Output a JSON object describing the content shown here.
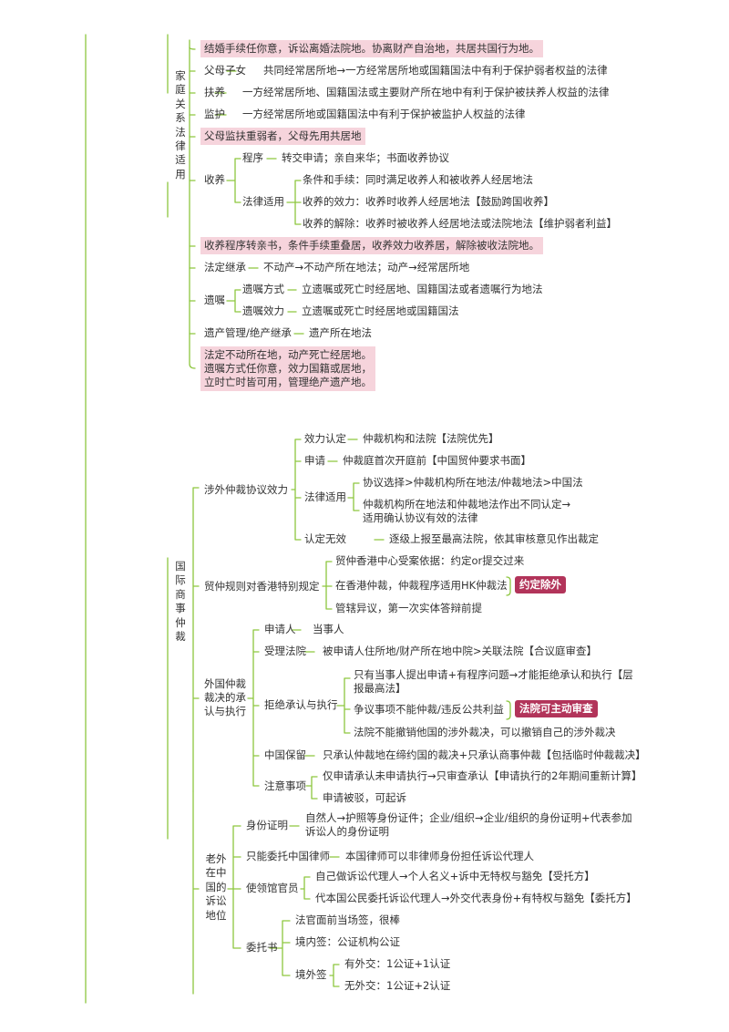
{
  "family": {
    "title": "家庭关系法律适用",
    "marriage_note": "结婚手续任你意，诉讼离婚法院地。协离财产自治地，共居共国行为地。",
    "parent_child_label": "父母子女",
    "parent_child_text": "共同经常居所地→一方经常居所地或国籍国法中有利于保护弱者权益的法律",
    "support_label": "扶养",
    "support_text": "一方经常居所地、国籍国法或主要财产所在地中有利于保护被扶养人权益的法律",
    "guardian_label": "监护",
    "guardian_text": "一方经常居所地或国籍国法中有利于保护被监护人权益的法律",
    "parent_note": "父母监扶重弱者，父母先用共居地",
    "adoption_label": "收养",
    "procedure_label": "程序",
    "procedure_text": "转交申请；亲自来华；书面收养协议",
    "law_label": "法律适用",
    "cond_text": "条件和手续：同时满足收养人和被收养人经居地法",
    "effect_text": "收养的效力：收养时收养人经居地法【鼓励跨国收养】",
    "dissolve_text": "收养的解除：收养时被收养人经居地法或法院地法【维护弱者利益】",
    "adoption_note": "收养程序转亲书，条件手续重叠居，收养效力收养居，解除被收法院地。",
    "succession_label": "法定继承",
    "succession_text": "不动产→不动产所在地法；动产→经常居所地",
    "will_label": "遗嘱",
    "will_form_label": "遗嘱方式",
    "will_form_text": "立遗嘱或死亡时经居地、国籍国法或者遗嘱行为地法",
    "will_effect_label": "遗嘱效力",
    "will_effect_text": "立遗嘱或死亡时经居地或国籍国法",
    "estate_label": "遗产管理/绝产继承",
    "estate_text": "遗产所在地法",
    "final_note": [
      "法定不动所在地，动产死亡经居地。",
      "遗嘱方式任你意，效力国籍或居地，",
      "立时亡时皆可用，管理绝产遗产地。"
    ]
  },
  "arb": {
    "title": "国际商事仲裁",
    "foreign_label": "涉外仲裁协议效力",
    "validity_label": "效力认定",
    "validity_text": "仲裁机构和法院【法院优先】",
    "apply_label": "申请",
    "apply_text": "仲裁庭首次开庭前【中国贸仲要求书面】",
    "law_label": "法律适用",
    "law_1": "协议选择>仲裁机构所在地法/仲裁地法>中国法",
    "law_2a": "仲裁机构所在地法和仲裁地法作出不同认定→",
    "law_2b": "适用确认协议有效的法律",
    "invalid_label": "认定无效",
    "invalid_text": "逐级上报至最高法院，依其审核意见作出裁定",
    "hk_label": "贸仲规则对香港特别规定",
    "hk_1": "贸仲香港中心受案依据：约定or提交过来",
    "hk_2": "在香港仲裁，仲裁程序适用HK仲裁法",
    "hk_tag": "约定除外",
    "hk_3": "管辖异议，第一次实体答辩前提",
    "recog_label": [
      "外国仲裁",
      "裁决的承",
      "认与执行"
    ],
    "applicant_label": "申请人",
    "applicant_text": "当事人",
    "court_label": "受理法院",
    "court_text": "被申请人住所地/财产所在地中院>关联法院【合议庭审查】",
    "refuse_label": "拒绝承认与执行",
    "refuse_1a": "只有当事人提出申请+有程序问题→才能拒绝承认和执行【层",
    "refuse_1b": "报最高法】",
    "refuse_2": "争议事项不能仲裁/违反公共利益",
    "refuse_tag": "法院可主动审查",
    "refuse_3": "法院不能撤销他国的涉外裁决，可以撤销自己的涉外裁决",
    "reserve_label": "中国保留",
    "reserve_text": "只承认仲裁地在缔约国的裁决+只承认商事仲裁【包括临时仲裁裁决】",
    "notes_label": "注意事项",
    "notes_1": "仅申请承认未申请执行→只审查承认【申请执行的2年期间重新计算】",
    "notes_2": "申请被驳，可起诉"
  },
  "litig": {
    "title": "老外在中国的诉讼地位",
    "id_label": "身份证明",
    "id_1": "自然人→护照等身份证件；企业/组织→企业/组织的身份证明+代表参加",
    "id_2": "诉讼人的身份证明",
    "lawyer_label": "只能委托中国律师",
    "lawyer_text": "本国律师可以非律师身份担任诉讼代理人",
    "consul_label": "使领馆官员",
    "consul_1": "自己做诉讼代理人→个人名义+诉中无特权与豁免【受托方】",
    "consul_2": "代本国公民委托诉讼代理人→外交代表身份+有特权与豁免【委托方】",
    "poa_label": "委托书",
    "poa_1": "法官面前当场签，很棒",
    "poa_2": "境内签：公证机构公证",
    "abroad_label": "境外签",
    "abroad_1": "有外交：1公证+1认证",
    "abroad_2": "无外交：1公证+2认证"
  }
}
